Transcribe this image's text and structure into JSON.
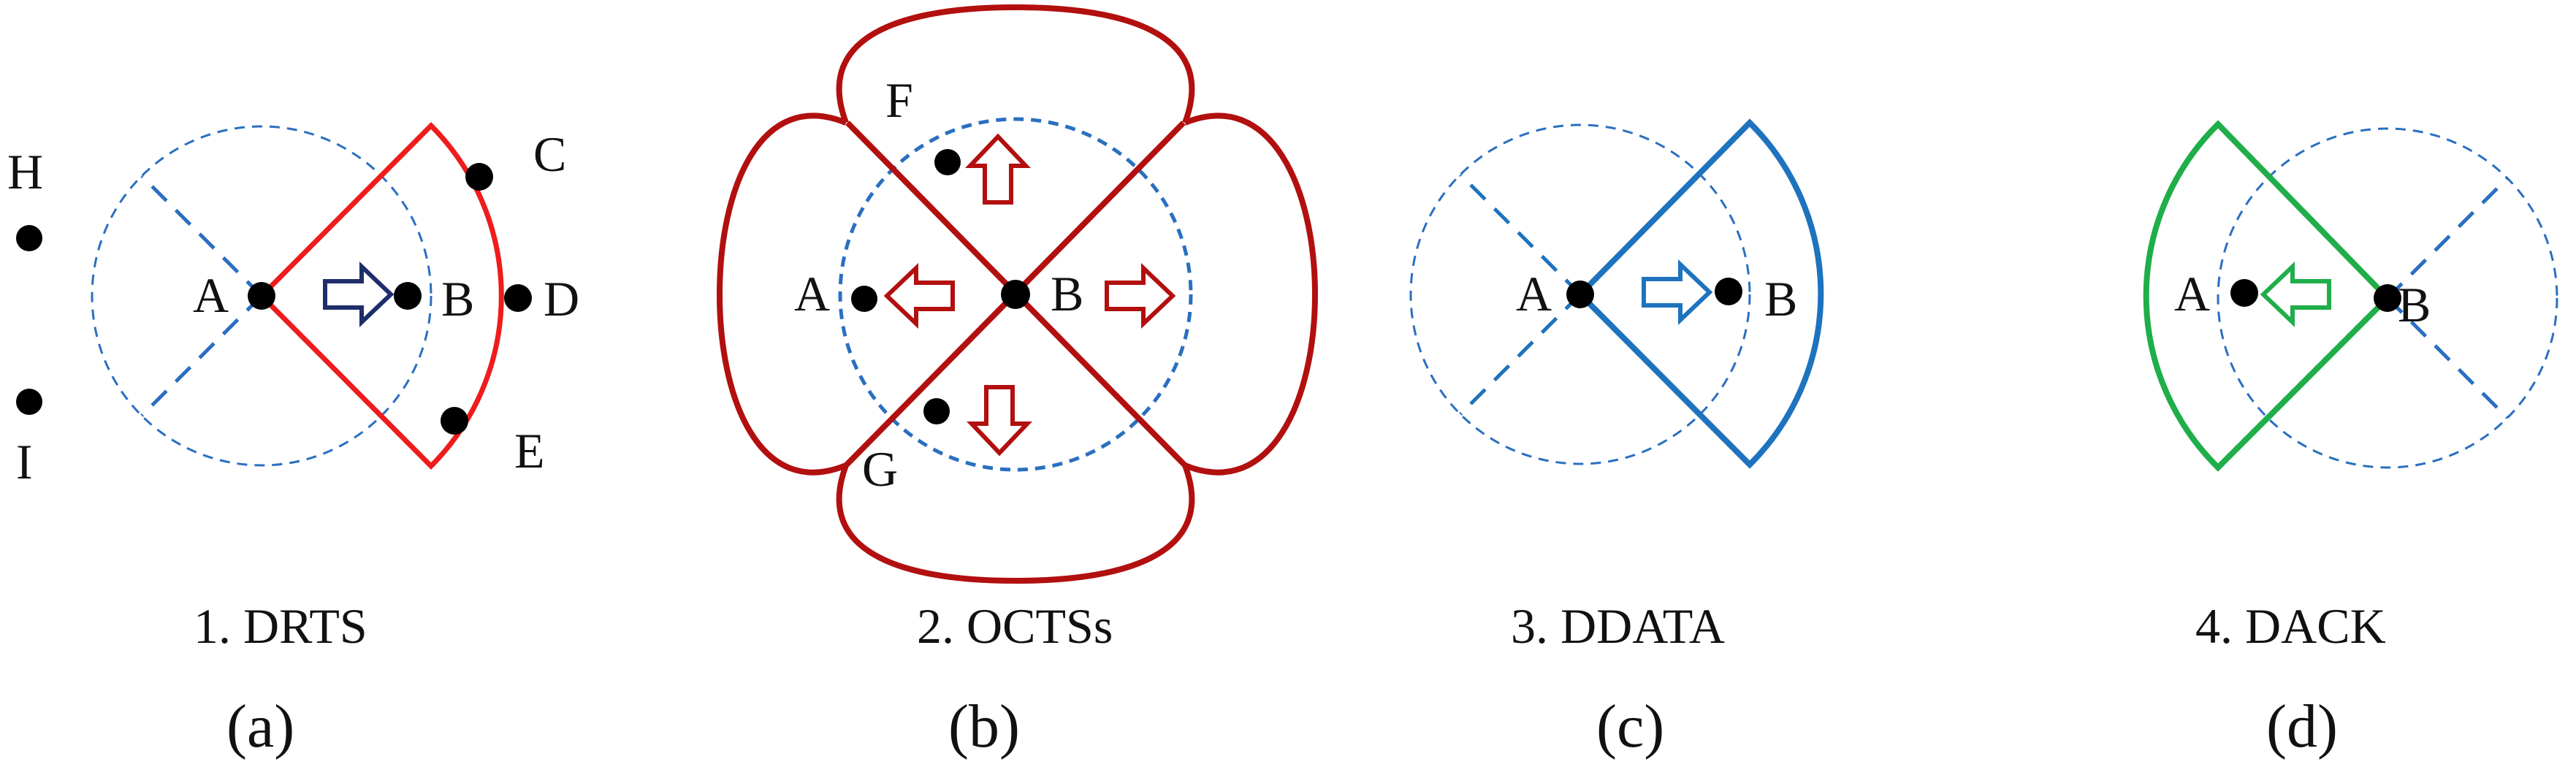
{
  "colors": {
    "range_blue": "#2a6fc0",
    "drts_red": "#ee1c1c",
    "octs_darkred": "#b20f0f",
    "ddata_blue": "#1e73be",
    "dack_green": "#1fae49",
    "arrow_navy": "#1f2d6b",
    "node_black": "#000000"
  },
  "panels": [
    {
      "id": "a",
      "caption": "1. DRTS",
      "label": "(a)",
      "nodes": {
        "H": "H",
        "I": "I",
        "A": "A",
        "B": "B",
        "C": "C",
        "D": "D",
        "E": "E"
      },
      "arrow_direction": "right"
    },
    {
      "id": "b",
      "caption": "2. OCTSs",
      "label": "(b)",
      "nodes": {
        "F": "F",
        "A": "A",
        "B": "B",
        "G": "G"
      },
      "arrow_directions": [
        "up",
        "left",
        "right",
        "down"
      ]
    },
    {
      "id": "c",
      "caption": "3. DDATA",
      "label": "(c)",
      "nodes": {
        "A": "A",
        "B": "B"
      },
      "arrow_direction": "right"
    },
    {
      "id": "d",
      "caption": "4. DACK",
      "label": "(d)",
      "nodes": {
        "A": "A",
        "B": "B"
      },
      "arrow_direction": "left"
    }
  ]
}
